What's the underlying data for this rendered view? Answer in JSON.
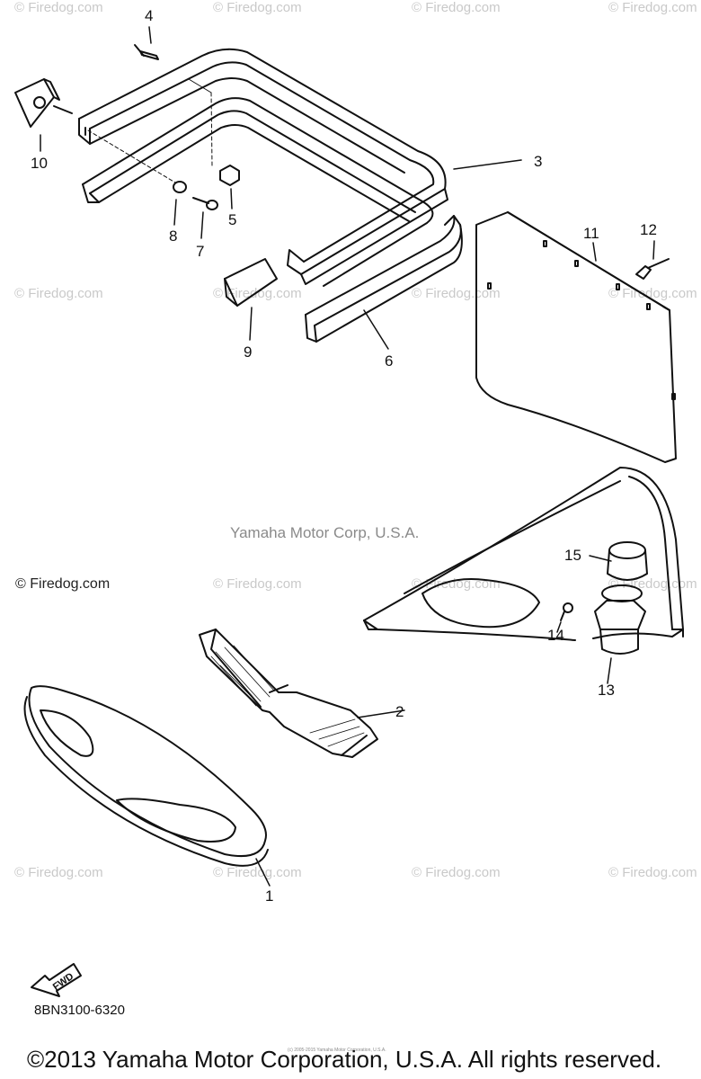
{
  "watermark": "© Firedog.com",
  "credit": "Yamaha Motor Corp, U.S.A.",
  "left_watermark": "© Firedog.com",
  "callouts": [
    "4",
    "10",
    "3",
    "8",
    "7",
    "5",
    "11",
    "12",
    "9",
    "6",
    "15",
    "14",
    "13",
    "2",
    "1"
  ],
  "fwd_label": "FWD",
  "part_code": "8BN3100-6320",
  "copyright": "©2013 Yamaha Motor Corporation, U.S.A. All rights reserved.",
  "tiny_text": "(c) 2005-2015 Yamaha Motor Corporation, U.S.A."
}
